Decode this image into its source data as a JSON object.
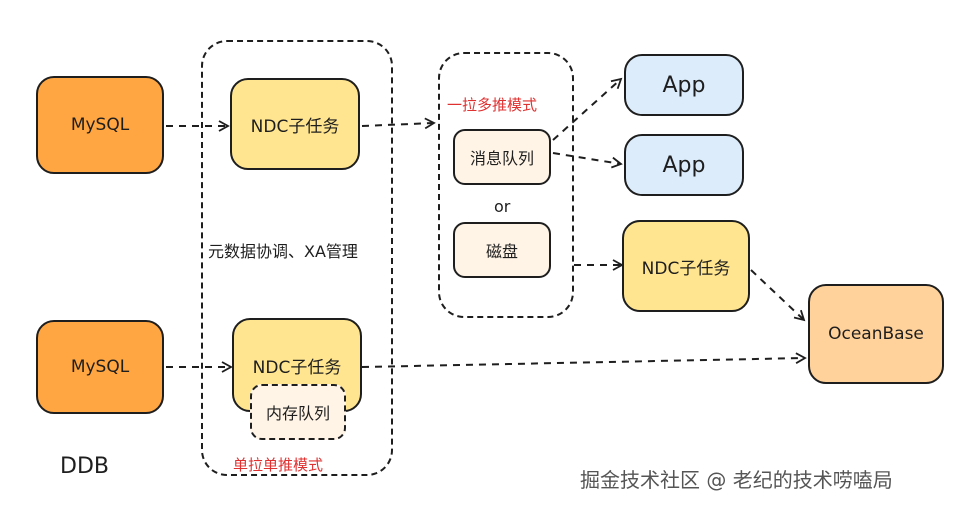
{
  "nodes": {
    "mysql_top": "MySQL",
    "mysql_bottom": "MySQL",
    "ndc_top": "NDC子任务",
    "ndc_bottom": "NDC子任务",
    "ndc_right": "NDC子任务",
    "mem_queue": "内存队列",
    "msg_queue": "消息队列",
    "disk": "磁盘",
    "app1": "App",
    "app2": "App",
    "oceanbase": "OceanBase"
  },
  "labels": {
    "metadata": "元数据协调、XA管理",
    "pull_multi_push": "一拉多推模式",
    "or": "or",
    "single_pull_push": "单拉单推模式",
    "ddb": "DDB",
    "watermark": "掘金技术社区 @ 老纪的技术唠嗑局"
  },
  "colors": {
    "mysql": "#ffa541",
    "ndc": "#ffe58f",
    "app": "#dcecfb",
    "queue": "#fff4e6",
    "oceanbase": "#ffd29b",
    "mode_text": "#e03131"
  }
}
